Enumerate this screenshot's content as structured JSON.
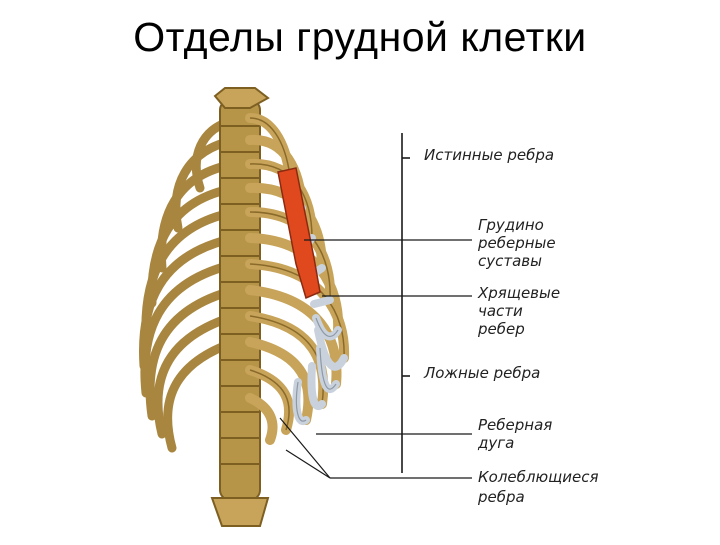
{
  "slide": {
    "title": "Отделы грудной клетки"
  },
  "labels": {
    "true_ribs": "Истинные ребра",
    "sternocostal_joints": [
      "Грудино",
      "реберные",
      "суставы"
    ],
    "cartilaginous_parts": [
      "Хрящевые",
      "части",
      "ребер"
    ],
    "false_ribs": "Ложные ребра",
    "costal_arch": [
      "Реберная",
      "дуга"
    ],
    "floating_ribs": [
      "Колеблющиеся",
      "ребра"
    ]
  },
  "colors": {
    "bone": "#c8a45a",
    "bone_dark": "#8a6a2a",
    "cartilage": "#c9d2dc",
    "joint": "#e0481e",
    "leader_line": "#1a1a1a"
  }
}
